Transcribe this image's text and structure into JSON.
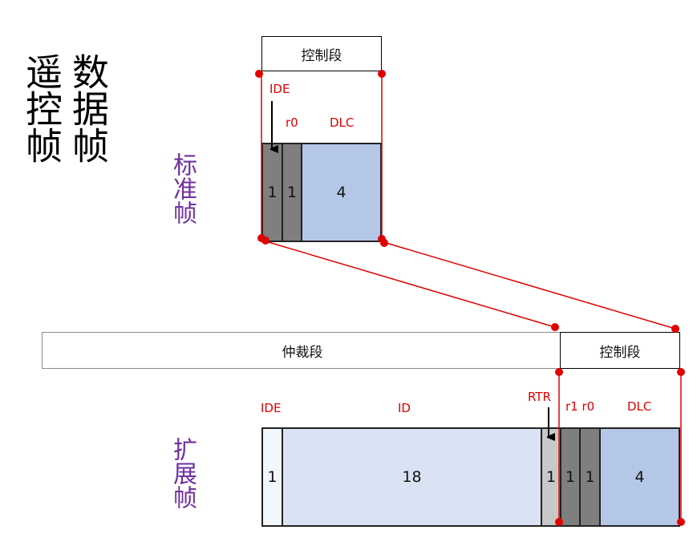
{
  "titles": {
    "remote_frame": "遥控帧",
    "data_frame": "数据帧"
  },
  "standard_frame": {
    "label": "标准帧",
    "control_segment": "控制段",
    "field_labels": {
      "ide": "IDE",
      "r0": "r0",
      "dlc": "DLC"
    },
    "cells": [
      {
        "name": "ide",
        "value": "1"
      },
      {
        "name": "r0",
        "value": "1"
      },
      {
        "name": "dlc",
        "value": "4"
      }
    ]
  },
  "extended_frame": {
    "label": "扩展帧",
    "arbitration_segment": "仲裁段",
    "control_segment": "控制段",
    "field_labels": {
      "ide": "IDE",
      "id": "ID",
      "rtr": "RTR",
      "r1r0": "r1 r0",
      "dlc": "DLC"
    },
    "cells": [
      {
        "name": "ide",
        "value": "1"
      },
      {
        "name": "id",
        "value": "18"
      },
      {
        "name": "rtr",
        "value": "1"
      },
      {
        "name": "r1",
        "value": "1"
      },
      {
        "name": "r0",
        "value": "1"
      },
      {
        "name": "dlc",
        "value": "4"
      }
    ]
  },
  "colors": {
    "red": "#e00000",
    "purple": "#7030a0",
    "dark_grey": "#7f7f7f",
    "light_grey": "#c8c8c8",
    "dlc_blue": "#b4c7e7",
    "id_blue": "#dae3f3",
    "ide_white": "#f2f7fc"
  }
}
